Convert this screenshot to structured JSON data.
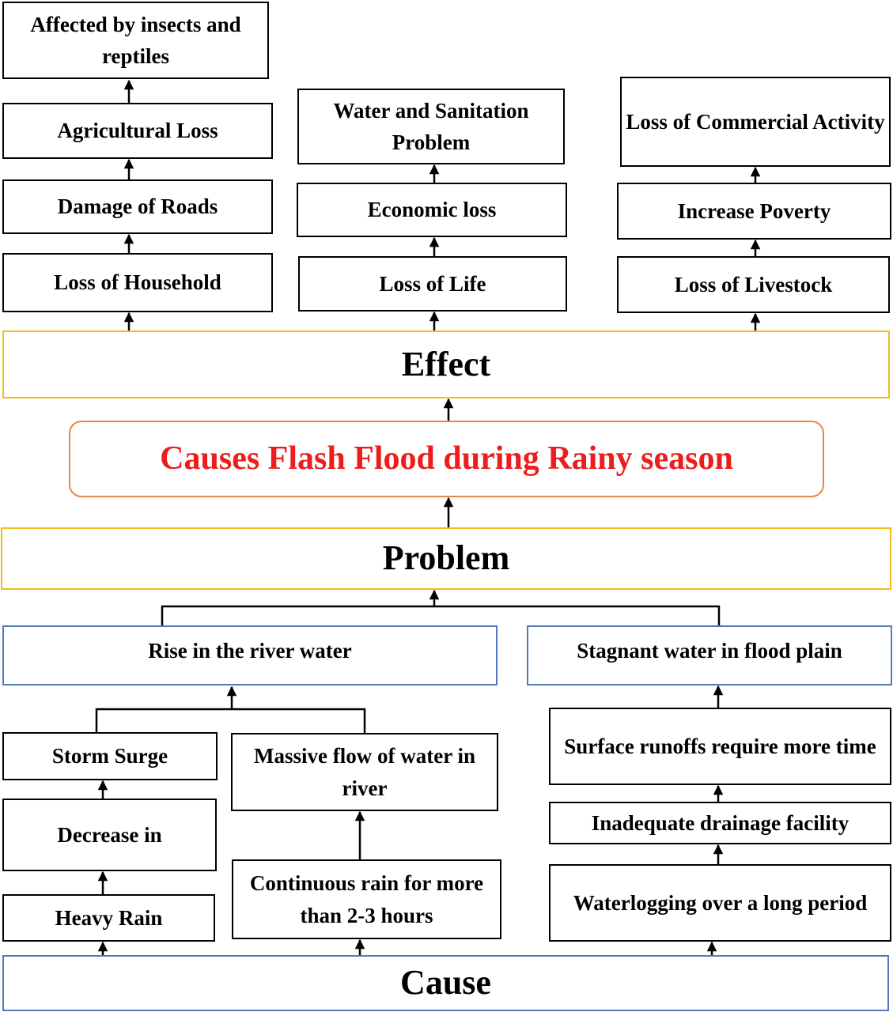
{
  "effect_chains": {
    "left": {
      "affected_by_insects": "Affected by insects and reptiles",
      "agricultural_loss": "Agricultural Loss",
      "damage_of_roads": "Damage of Roads",
      "loss_of_household": "Loss of Household"
    },
    "middle": {
      "water_sanitation": "Water and Sanitation Problem",
      "economic_loss": "Economic loss",
      "loss_of_life": "Loss of Life"
    },
    "right": {
      "loss_commercial": "Loss of Commercial Activity",
      "increase_poverty": "Increase Poverty",
      "loss_livestock": "Loss of Livestock"
    }
  },
  "effect_label": "Effect",
  "core_problem": "Causes Flash Flood during Rainy season",
  "problem_label": "Problem",
  "intermediate": {
    "rise_river": "Rise in the river water",
    "stagnant_water": "Stagnant water in flood plain"
  },
  "causes": {
    "storm_surge": "Storm Surge",
    "decrease_in": "Decrease in",
    "heavy_rain": "Heavy Rain",
    "massive_flow": "Massive flow of water in river",
    "continuous_rain": "Continuous rain for more than 2-3 hours",
    "surface_runoffs": "Surface runoffs require more time",
    "inadequate_drainage": "Inadequate drainage facility",
    "waterlogging": "Waterlogging over a long period"
  },
  "cause_label": "Cause",
  "colors": {
    "effect_problem_border": "#f2bd1d",
    "core_border": "#e9854a",
    "core_text": "#ee1c1c",
    "cause_border": "#4f79bd",
    "box_border": "#000000"
  }
}
